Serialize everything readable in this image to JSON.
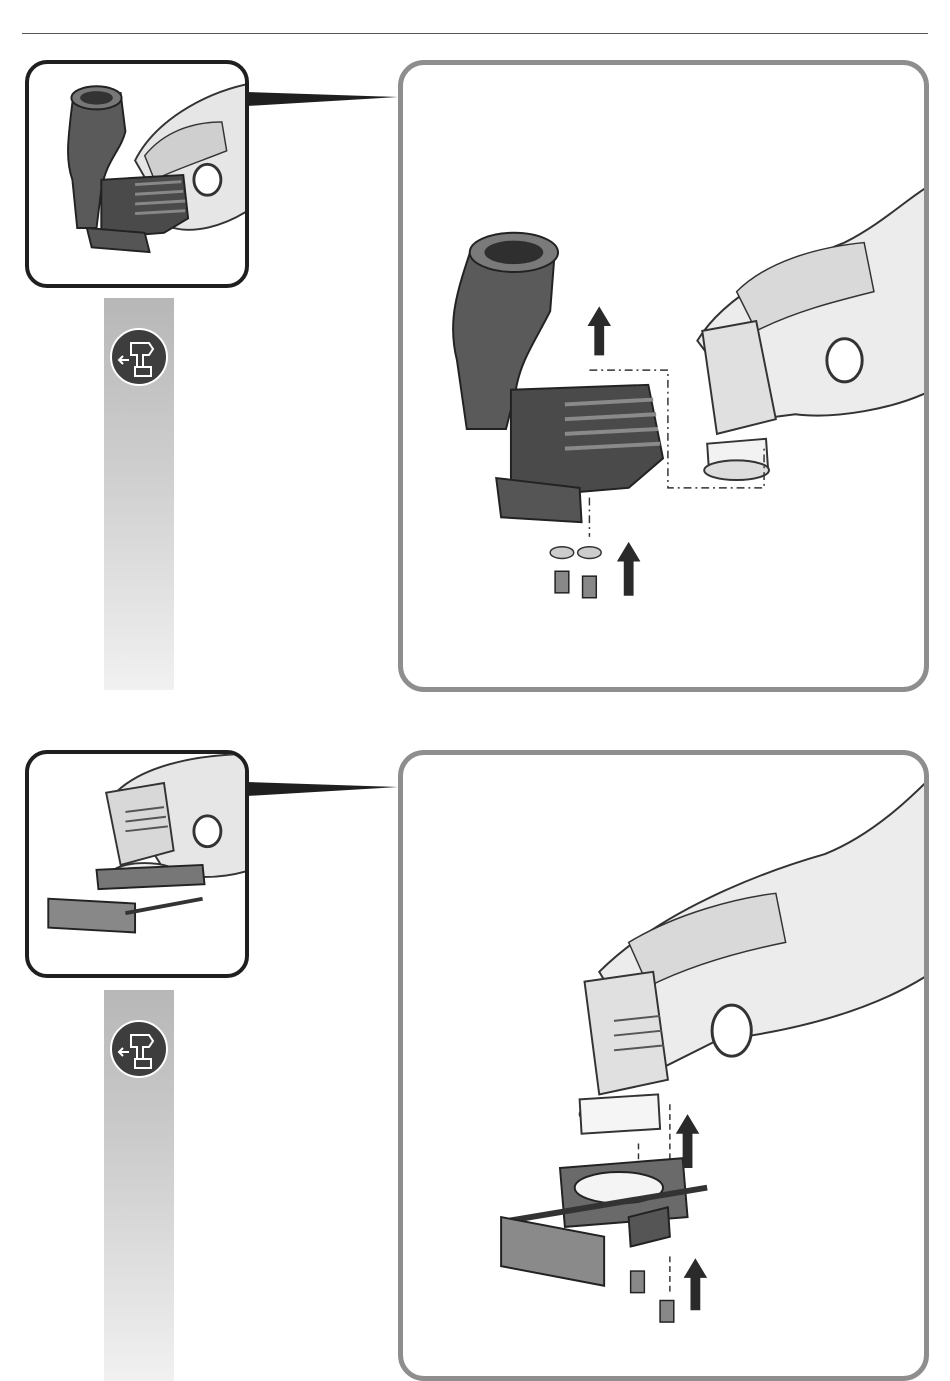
{
  "colors": {
    "rule": "#555555",
    "thumb_border": "#1f1f1f",
    "panel_border": "#8e8e8e",
    "tool_body": "#e8e8e8",
    "tool_dark": "#4a4a4a",
    "strip_top": "#b7b7b7",
    "strip_bottom": "#f1f1f1",
    "badge": "#3d3d3d"
  },
  "steps": [
    {
      "id": "remove-extraction-hood",
      "thumbnail_icon": "tool-with-extraction-hood",
      "detail_icon": "extraction-hood-removal",
      "badge_icon": "remove-battery-icon"
    },
    {
      "id": "remove-depth-stop",
      "thumbnail_icon": "tool-with-depth-stop",
      "detail_icon": "depth-stop-removal",
      "badge_icon": "remove-battery-icon"
    }
  ]
}
